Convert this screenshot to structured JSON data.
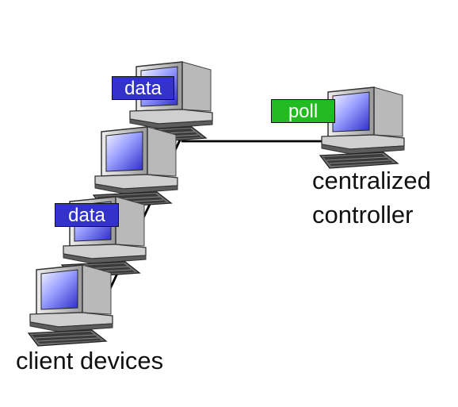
{
  "labels": {
    "client_devices": "client devices",
    "controller_line1": "centralized",
    "controller_line2": "controller"
  },
  "messages": [
    {
      "text": "data",
      "kind": "data"
    },
    {
      "text": "data",
      "kind": "data"
    },
    {
      "text": "poll",
      "kind": "poll"
    }
  ],
  "colors": {
    "data_bg": "#3333cc",
    "poll_bg": "#22bb22",
    "link": "#000000",
    "screen_top": "#e8e8ff",
    "screen_bottom": "#3a3ad8",
    "monitor_body": "#d7d7d7",
    "monitor_dark": "#555555"
  },
  "icons": {
    "device": "desktop-computer-icon"
  }
}
